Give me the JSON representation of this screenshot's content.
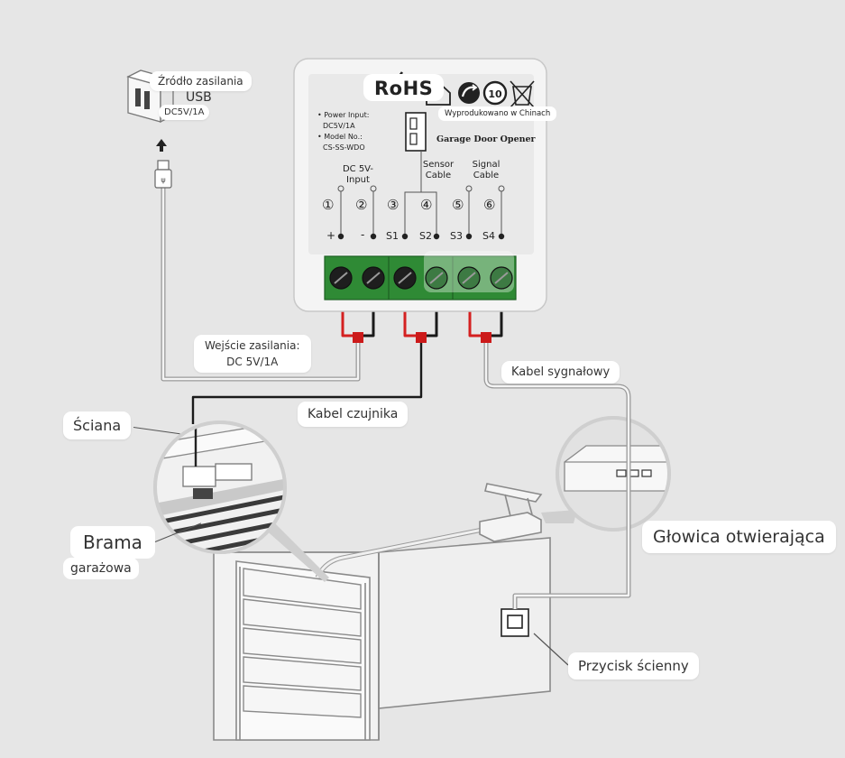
{
  "device": {
    "rohs": "RoHS",
    "made_in": "Wyprodukowano w Chinach",
    "product_name": "Garage Door Opener",
    "power_input_label": "• Power Input:",
    "power_input_value": "DC5V/1A",
    "model_label": "• Model No.:",
    "model_value": "CS-SS-WDO",
    "dc_input": [
      "DC 5V-",
      "Input"
    ],
    "sensor_cable": [
      "Sensor",
      "Cable"
    ],
    "signal_cable": [
      "Signal",
      "Cable"
    ],
    "terminal_numbers": [
      "①",
      "②",
      "③",
      "④",
      "⑤",
      "⑥"
    ],
    "terminal_labels": [
      "+",
      "-",
      "S1",
      "S2",
      "S3",
      "S4"
    ]
  },
  "callouts": {
    "power_source": "Źródło zasilania",
    "usb": "USB",
    "usb_spec": "DC5V/1A",
    "power_input": [
      "Wejście zasilania:",
      "DC 5V/1A"
    ],
    "sensor_cable": "Kabel czujnika",
    "signal_cable": "Kabel sygnałowy",
    "wall": "Ściana",
    "garage_door": [
      "Brama",
      "garażowa"
    ],
    "opener_head": "Głowica otwierająca",
    "wall_button": "Przycisk ścienny"
  },
  "colors": {
    "background": "#e6e6e6",
    "terminal_green": "#2f8a35",
    "wire_red": "#d42020",
    "wire_black": "#1a1a1a",
    "device_body": "#f4f4f4"
  }
}
